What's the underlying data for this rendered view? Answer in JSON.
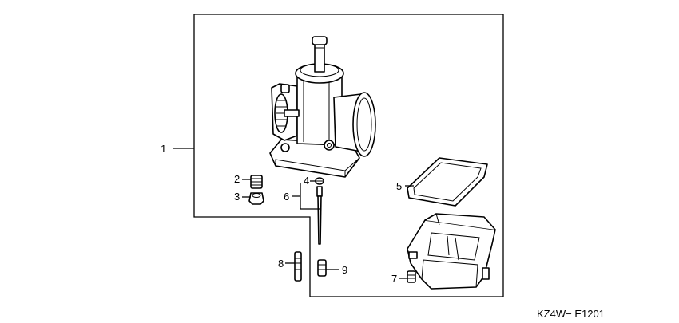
{
  "diagram_code": "KZ4W− E1201",
  "callouts": {
    "c1": "1",
    "c2": "2",
    "c3": "3",
    "c4": "4",
    "c5": "5",
    "c6": "6",
    "c7": "7",
    "c8": "8",
    "c9": "9"
  }
}
